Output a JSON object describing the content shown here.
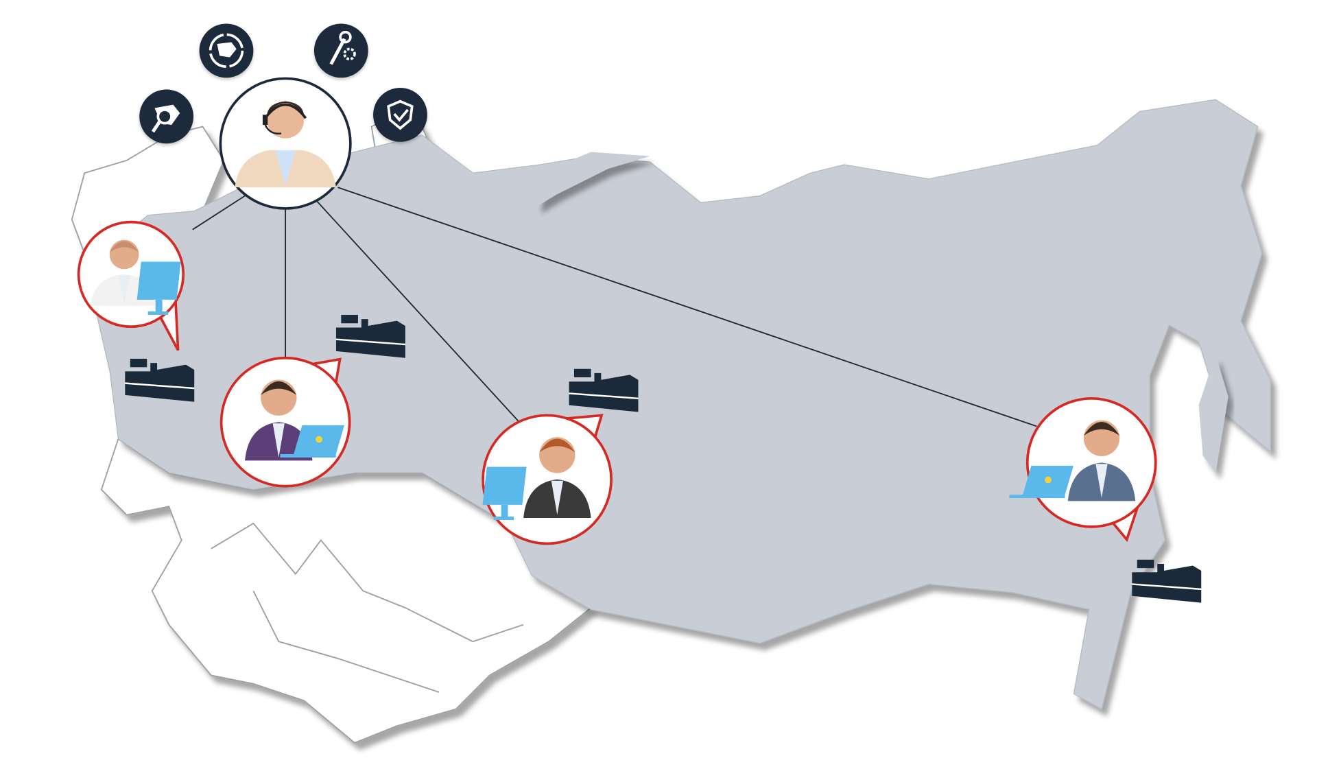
{
  "colors": {
    "russia_fill": "#c9ced6",
    "neighbor_fill": "#ffffff",
    "border_stroke": "#9aa0a8",
    "navy": "#1b2a3a",
    "bubble_red": "#d42a23",
    "screen_blue": "#5bb8ea",
    "line": "#1b2a3a"
  },
  "hub": {
    "name": "support-operator",
    "icon": "headset-operator"
  },
  "service_icons": [
    "map-search-icon",
    "map-refresh-icon",
    "wrench-gear-icon",
    "shield-check-icon"
  ],
  "clients": [
    {
      "name": "client-west",
      "device": "monitor"
    },
    {
      "name": "client-moscow",
      "device": "laptop"
    },
    {
      "name": "client-siberia",
      "device": "monitor"
    },
    {
      "name": "client-far-east",
      "device": "laptop"
    }
  ],
  "factories": [
    "factory-west",
    "factory-volga",
    "factory-siberia",
    "factory-far-east"
  ]
}
